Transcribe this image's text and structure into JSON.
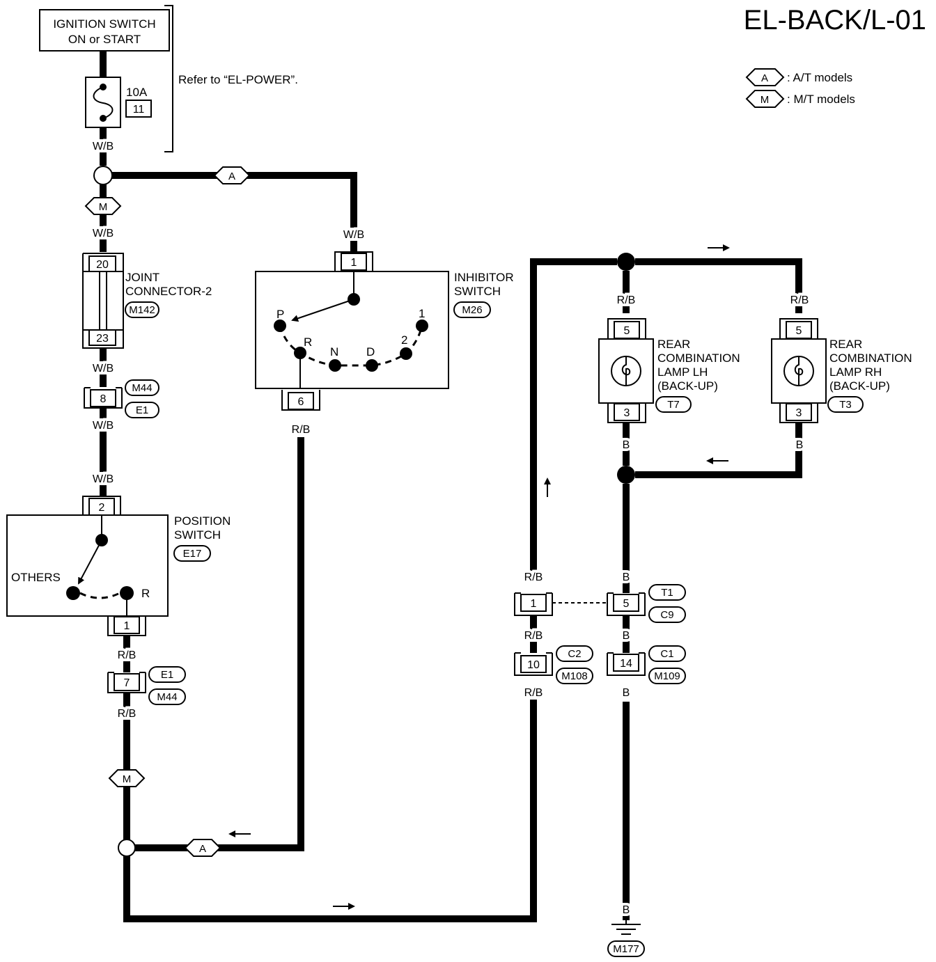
{
  "title": "EL-BACK/L-01",
  "legend": [
    {
      "symbol": "A",
      "text": ": A/T models"
    },
    {
      "symbol": "M",
      "text": ": M/T models"
    }
  ],
  "power": {
    "ignition_line1": "IGNITION SWITCH",
    "ignition_line2": "ON or START",
    "fuse_rating": "10A",
    "fuse_number": "11",
    "refer": "Refer to “EL-POWER”."
  },
  "wire_colors": {
    "wb": "W/B",
    "rb": "R/B",
    "b": "B"
  },
  "joint_connector": {
    "line1": "JOINT",
    "line2": "CONNECTOR-2",
    "id": "M142",
    "pin_top": "20",
    "pin_bottom": "23"
  },
  "connector_m44_e1_top": {
    "pin": "8",
    "id1": "M44",
    "id2": "E1"
  },
  "position_switch": {
    "line1": "POSITION",
    "line2": "SWITCH",
    "id": "E17",
    "pin_in": "2",
    "pin_out": "1",
    "pos_others": "OTHERS",
    "pos_r": "R"
  },
  "connector_e1_m44_bottom": {
    "pin": "7",
    "id1": "E1",
    "id2": "M44"
  },
  "inhibitor_switch": {
    "line1": "INHIBITOR",
    "line2": "SWITCH",
    "id": "M26",
    "pin_in": "1",
    "pin_out": "6",
    "positions": [
      "P",
      "R",
      "N",
      "D",
      "2",
      "1"
    ]
  },
  "lamp_lh": {
    "line1": "REAR",
    "line2": "COMBINATION",
    "line3": "LAMP LH",
    "line4": "(BACK-UP)",
    "id": "T7",
    "pin_top": "5",
    "pin_bottom": "3"
  },
  "lamp_rh": {
    "line1": "REAR",
    "line2": "COMBINATION",
    "line3": "LAMP RH",
    "line4": "(BACK-UP)",
    "id": "T3",
    "pin_top": "5",
    "pin_bottom": "3"
  },
  "connector_t1_c9": {
    "pin_left": "1",
    "pin_right": "5",
    "id1": "T1",
    "id2": "C9"
  },
  "connector_c2_m108": {
    "pin": "10",
    "id1": "C2",
    "id2": "M108"
  },
  "connector_c1_m109": {
    "pin": "14",
    "id1": "C1",
    "id2": "M109"
  },
  "ground": {
    "id": "M177"
  }
}
